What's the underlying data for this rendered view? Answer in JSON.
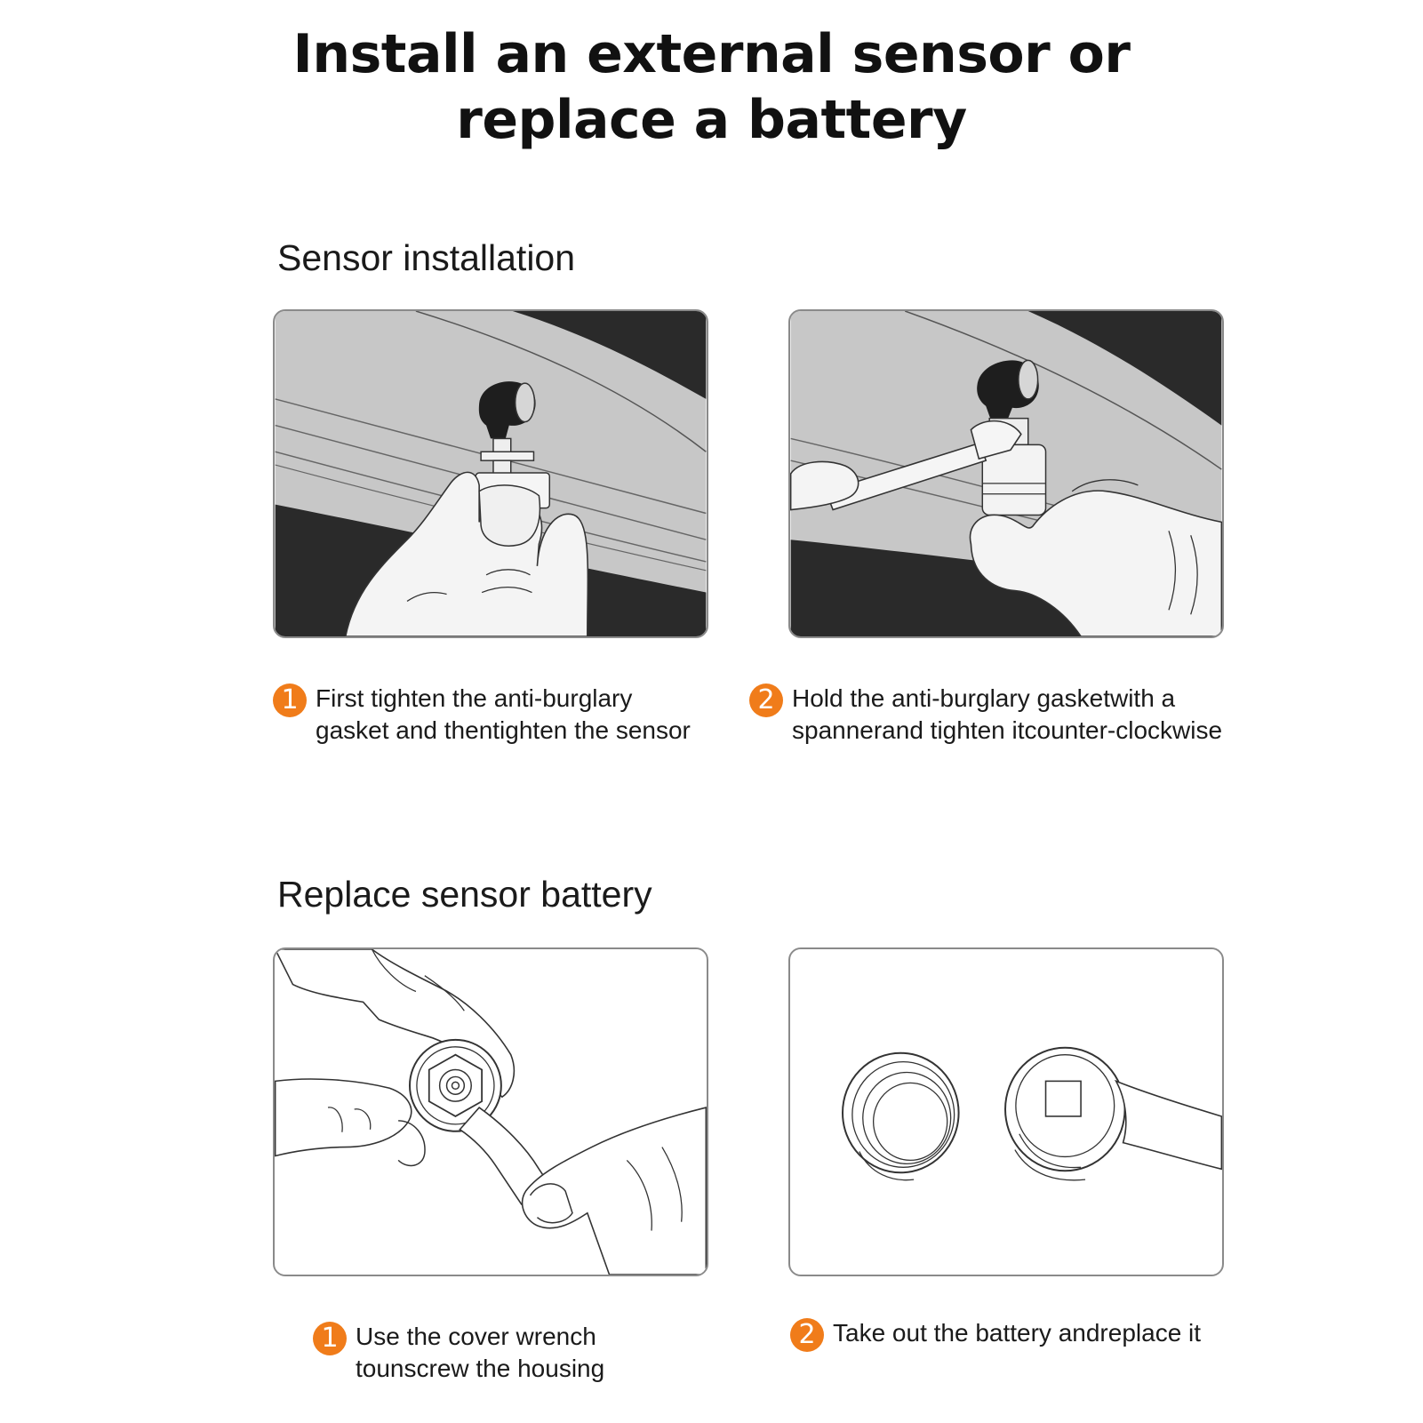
{
  "title": {
    "line1": "Install an external sensor or",
    "line2": "replace a battery"
  },
  "sections": [
    {
      "heading": "Sensor installation",
      "steps": [
        {
          "number": "1",
          "lines": [
            "First tighten the anti-burglary",
            "gasket and thentighten the sensor"
          ],
          "illustration": "hand-tightening-valve-sensor"
        },
        {
          "number": "2",
          "lines": [
            "Hold the anti-burglary gasketwith a",
            "spannerand tighten itcounter-clockwise"
          ],
          "illustration": "spanner-holding-gasket"
        }
      ]
    },
    {
      "heading": "Replace sensor battery",
      "steps": [
        {
          "number": "1",
          "lines": [
            "Use the cover wrench",
            "tounscrew the housing"
          ],
          "illustration": "wrench-unscrewing-housing"
        },
        {
          "number": "2",
          "lines": [
            "Take out the battery andreplace it"
          ],
          "illustration": "opened-sensor-housing"
        }
      ]
    }
  ],
  "colors": {
    "accent": "#f07c1a",
    "tire_dark": "#2a2a2a",
    "rim_grey": "#c7c7c7",
    "panel_border": "#8a8a8a"
  }
}
